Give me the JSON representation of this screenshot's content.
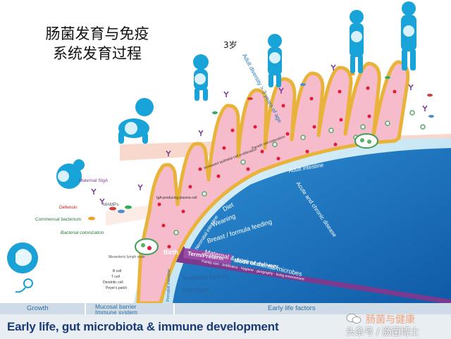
{
  "title_line1": "肠菌发育与免疫",
  "title_line2": "系统发育过程",
  "age_label": "3岁",
  "curve_text": "Adult diversity > 3 years of age",
  "labels": {
    "maternal_sigA": "Maternal SIgA",
    "defensin": "Defensin",
    "mamps": "MAMPs",
    "commensal": "Commensal bacterium",
    "bacterial_colonization": "Bacterial colonization",
    "iga_cell": "IgA-producing plasma cell",
    "increased_epithelial": "Increased epithelial cell proliferation",
    "paneth": "Paneth cell maturation",
    "mesenteric": "Mesenteric lymph node",
    "b_cell": "B cell",
    "t_cell": "T cell",
    "dendritic": "Dendritic cell",
    "peyers": "Peyer's patch",
    "adult_intestine": "Adult intestine",
    "acute_chronic": "Acute and chronic disease",
    "diet": "Diet",
    "weaning": "Weaning",
    "neonatal": "Neonatal intestine",
    "breast": "Breast / formula feeding",
    "maternal_env": "Maternal & environmental microbes",
    "family": "Family size · Antibiotics · Hygiene · geography · living environment",
    "birth": "Birth",
    "term": "Term/Preterm",
    "mode": "Mode of delivery",
    "prenatal": "Prenatal intestine",
    "maternal_factors": "Maternal factors",
    "genotype": "Genotype"
  },
  "bottom_bar": {
    "growth": "Growth",
    "mucosal_1": "Mucosal barrier",
    "mucosal_2": "Immune system",
    "early": "Early life factors"
  },
  "footer": "Early life, gut microbiota & immune development",
  "watermark": {
    "line1": "肠菌与健康",
    "line2": "头条号 / 肠菌博士"
  },
  "colors": {
    "blue_fan": "#1f78c0",
    "light_blue": "#bfe4f4",
    "villi_pink": "#f4b6c6",
    "villi_border": "#e7b53a",
    "silhouette": "#1aa1d6",
    "footer_text": "#1a3b7a",
    "purple": "#7b3a8f",
    "arrow_pink": "#f6c9b5"
  }
}
